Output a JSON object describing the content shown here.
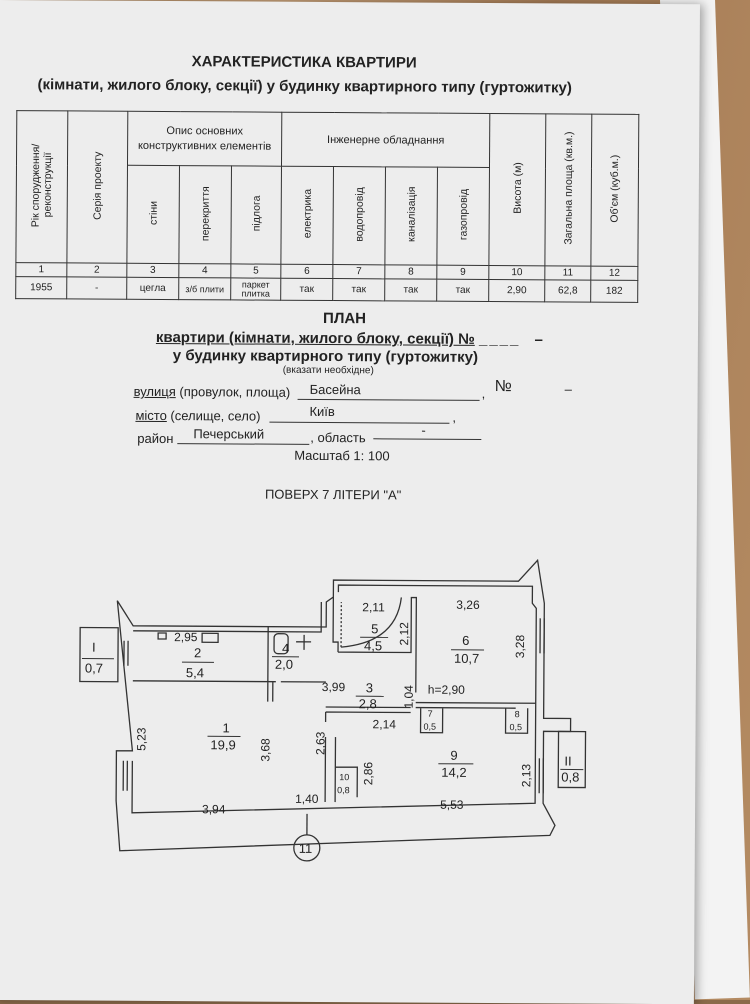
{
  "header": {
    "title": "ХАРАКТЕРИСТИКА КВАРТИРИ",
    "subtitle_a": "(кімнати, жилого блоку, секції) у будинку квартирного типу",
    "subtitle_b": "(гуртожитку)"
  },
  "spec_table": {
    "group_structural": "Опис основних конструктивних елементів",
    "group_engineering": "Інженерне обладнання",
    "columns": [
      "Рік спорудження/ реконструкції",
      "Серія проекту",
      "стіни",
      "перекриття",
      "підлога",
      "електрика",
      "водопровід",
      "каналізація",
      "газопровід",
      "Висота (м)",
      "Загальна площа (кв.м.)",
      "Об'єм (куб.м.)"
    ],
    "numbers": [
      "1",
      "2",
      "3",
      "4",
      "5",
      "6",
      "7",
      "8",
      "9",
      "10",
      "11",
      "12"
    ],
    "values": [
      "1955",
      "-",
      "цегла",
      "з/б плити",
      "паркет плитка",
      "так",
      "так",
      "так",
      "так",
      "2,90",
      "62,8",
      "182"
    ]
  },
  "plan": {
    "title": "ПЛАН",
    "line1_a": "квартири (кімнати, жилого блоку, секції) №",
    "line1_b": "–",
    "line2": "у будинку квартирного типу (гуртожитку)",
    "hint": "(вказати необхідне)",
    "street_label": "вулиця (провулок, площа)",
    "street_value": "Басейна",
    "house_label": "№",
    "house_value": "–",
    "city_label": "місто (селище, село)",
    "city_value": "Київ",
    "district_label": "район",
    "district_value": "Печерський",
    "oblast_label": ", область",
    "oblast_value": "-",
    "scale": "Масштаб 1: 100",
    "floor": "ПОВЕРХ  7  ЛІТЕРИ \"А\""
  },
  "floorplan": {
    "rooms": [
      {
        "num": "1",
        "area": "19,9"
      },
      {
        "num": "2",
        "area": "5,4"
      },
      {
        "num": "3",
        "area": "2,8"
      },
      {
        "num": "4",
        "area": "2,0"
      },
      {
        "num": "5",
        "area": "4,5"
      },
      {
        "num": "6",
        "area": "10,7"
      },
      {
        "num": "7",
        "area": "0,5"
      },
      {
        "num": "8",
        "area": "0,5"
      },
      {
        "num": "9",
        "area": "14,2"
      },
      {
        "num": "10",
        "area": "0,8"
      },
      {
        "num": "I",
        "area": "0,7"
      },
      {
        "num": "II",
        "area": "0,8"
      }
    ],
    "dims": [
      "2,95",
      "5,23",
      "3,68",
      "3,94",
      "1,40",
      "3,99",
      "2,63",
      "2,11",
      "2,12",
      "1,04",
      "2,14",
      "2,86",
      "3,26",
      "3,28",
      "5,53",
      "2,13"
    ],
    "height": "h=2,90",
    "axis": "11"
  }
}
